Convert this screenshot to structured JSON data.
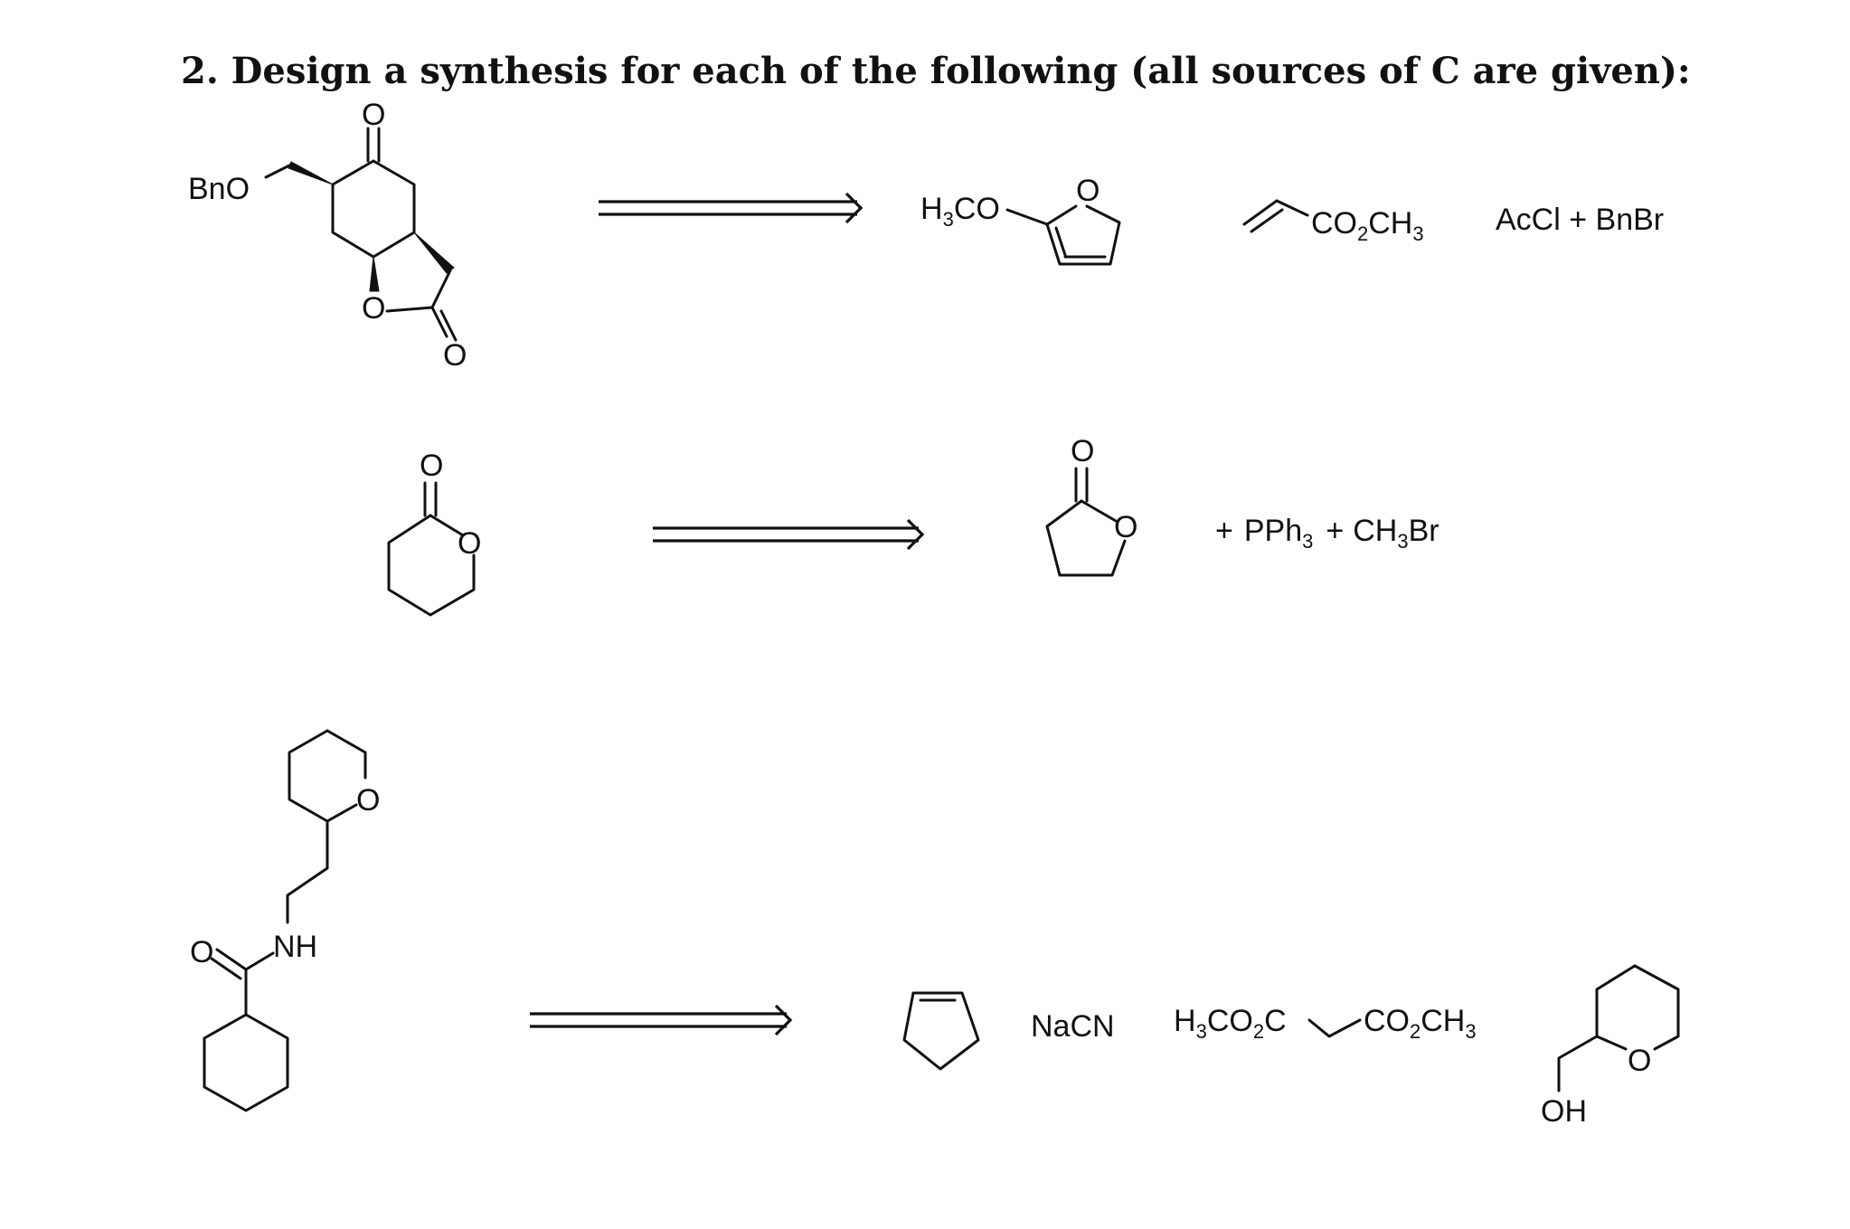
{
  "question": "2. Design a synthesis for each of the following (all sources of C are given):",
  "labels": {
    "bno": "BnO",
    "o": "O",
    "nh": "NH",
    "oh": "OH",
    "h": "H",
    "c": "C",
    "co": "CO",
    "co2ch3_co": "CO",
    "co2ch3_c": "CH",
    "sub2": "2",
    "sub3": "3",
    "accl_bnbr": "AcCl + BnBr",
    "plus": "+",
    "pph": "PPh",
    "ch": "CH",
    "br": "Br",
    "nacn": "NaCN"
  }
}
